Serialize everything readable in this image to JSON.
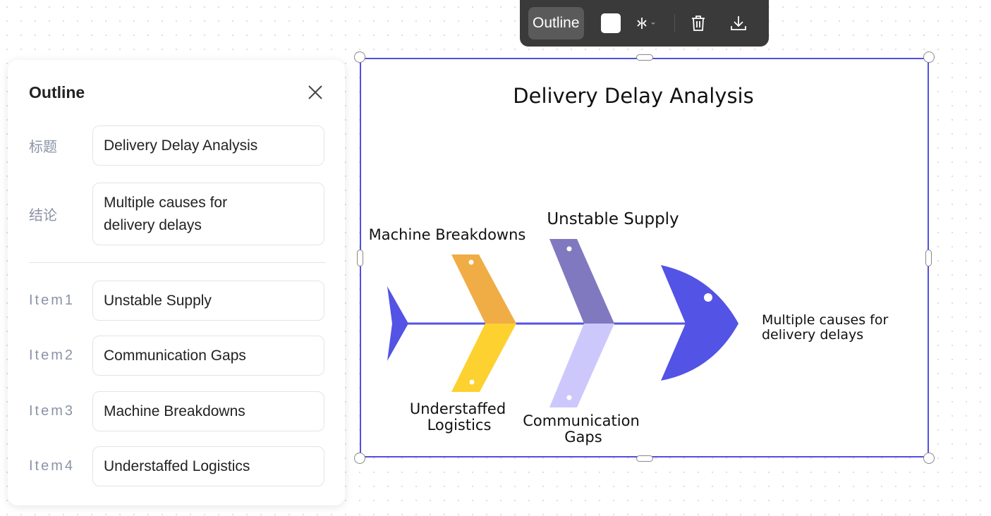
{
  "toolbar": {
    "outline_label": "Outline",
    "fill_color": "#ffffff",
    "icons": [
      "flip-icon",
      "trash-icon",
      "download-icon"
    ]
  },
  "panel": {
    "title": "Outline",
    "fields": [
      {
        "label": "标题",
        "value": "Delivery Delay Analysis"
      },
      {
        "label": "结论",
        "value": "Multiple causes for delivery delays"
      }
    ],
    "items": [
      {
        "label": "Item1",
        "value": "Unstable Supply"
      },
      {
        "label": "Item2",
        "value": "Communication Gaps"
      },
      {
        "label": "Item3",
        "value": "Machine Breakdowns"
      },
      {
        "label": "Item4",
        "value": "Understaffed Logistics"
      }
    ]
  },
  "diagram": {
    "title": "Delivery Delay Analysis",
    "conclusion_line1": "Multiple causes for",
    "conclusion_line2": "delivery delays",
    "causes": {
      "top1": "Machine Breakdowns",
      "top2": "Unstable Supply",
      "bottom1_line1": "Understaffed",
      "bottom1_line2": "Logistics",
      "bottom2_line1": "Communication",
      "bottom2_line2": "Gaps"
    },
    "colors": {
      "spine": "#5353e6",
      "machine": "#f0ad45",
      "logistics": "#fdd130",
      "supply": "#8079c0",
      "communication": "#cdc8fc"
    }
  }
}
